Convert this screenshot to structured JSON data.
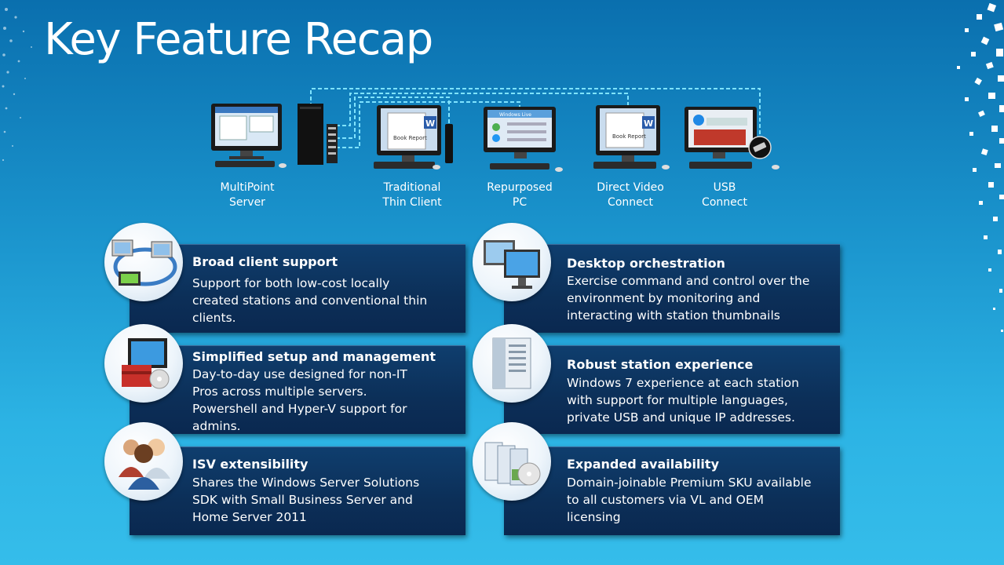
{
  "title": "Key Feature Recap",
  "devices": [
    {
      "id": "multipoint",
      "label1": "MultiPoint",
      "label2": "Server"
    },
    {
      "id": "thin",
      "label1": "Traditional",
      "label2": "Thin Client"
    },
    {
      "id": "repurposed",
      "label1": "Repurposed",
      "label2": "PC"
    },
    {
      "id": "dvc",
      "label1": "Direct Video",
      "label2": "Connect"
    },
    {
      "id": "usb",
      "label1": "USB",
      "label2": "Connect"
    }
  ],
  "features": [
    {
      "title": "Broad client support",
      "lines": [
        "Support for both low-cost locally",
        "created stations and conventional thin",
        "clients."
      ]
    },
    {
      "title": "Desktop orchestration",
      "lines": [
        "Exercise command and control over the",
        "environment by monitoring and",
        "interacting with station thumbnails"
      ]
    },
    {
      "title": "Simplified setup and management",
      "lines": [
        "Day-to-day use designed for non-IT",
        "Pros across multiple servers.",
        "Powershell and Hyper-V support for",
        "admins."
      ]
    },
    {
      "title": "Robust station experience",
      "lines": [
        "Windows 7 experience at each station",
        "with support for multiple languages,",
        "private USB and unique IP addresses."
      ]
    },
    {
      "title": "ISV extensibility",
      "lines": [
        "Shares the Windows Server Solutions",
        "SDK with Small Business Server and",
        "Home Server 2011"
      ]
    },
    {
      "title": "Expanded availability",
      "lines": [
        "Domain-joinable Premium SKU available",
        "to all customers via VL and OEM",
        "licensing"
      ]
    }
  ],
  "screens": {
    "book_report": "Book Report",
    "windows_live": "Windows Live"
  }
}
